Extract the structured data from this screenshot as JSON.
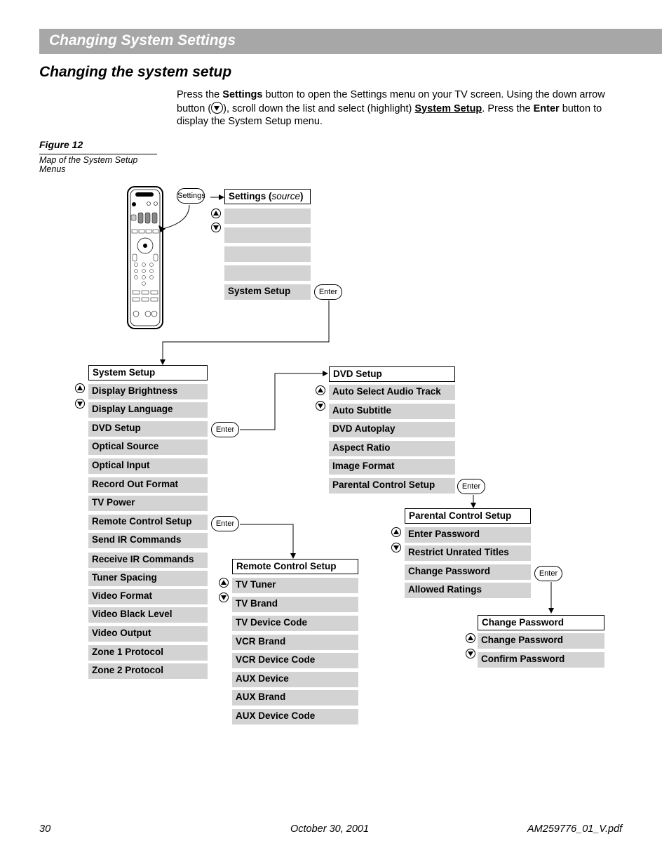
{
  "banner_title": "Changing System Settings",
  "section_title": "Changing the system setup",
  "intro": {
    "p1": "Press the ",
    "settings": "Settings",
    "p2": " button to open the Settings menu on your TV screen. Using the down arrow button (",
    "p3": "), scroll down the list and select (highlight) ",
    "system_setup": "System Setup",
    "p4": ". Press the ",
    "enter": "Enter",
    "p5": " button to display the System Setup menu."
  },
  "figure": {
    "label": "Figure 12",
    "caption": "Map of the System Setup Menus"
  },
  "buttons": {
    "settings": "Settings",
    "enter": "Enter"
  },
  "settings_menu": {
    "title_main": "Settings (",
    "title_italic": "source",
    "title_end": ")",
    "selected_item": "System Setup"
  },
  "system_setup_menu": {
    "title": "System Setup",
    "items": [
      "Display Brightness",
      "Display Language",
      "DVD Setup",
      "Optical Source",
      "Optical Input",
      "Record Out Format",
      "TV Power",
      "Remote Control Setup",
      "Send IR Commands",
      "Receive IR Commands",
      "Tuner Spacing",
      "Video Format",
      "Video Black Level",
      "Video Output",
      "Zone 1 Protocol",
      "Zone 2 Protocol"
    ]
  },
  "dvd_setup_menu": {
    "title": "DVD Setup",
    "items": [
      "Auto Select Audio Track",
      "Auto Subtitle",
      "DVD Autoplay",
      "Aspect Ratio",
      "Image Format",
      "Parental Control Setup"
    ]
  },
  "remote_control_menu": {
    "title": "Remote Control Setup",
    "items": [
      "TV Tuner",
      "TV Brand",
      "TV Device Code",
      "VCR Brand",
      "VCR Device Code",
      "AUX Device",
      "AUX Brand",
      "AUX Device Code"
    ]
  },
  "parental_menu": {
    "title": "Parental Control Setup",
    "items": [
      "Enter Password",
      "Restrict Unrated Titles",
      "Change Password",
      "Allowed Ratings"
    ]
  },
  "change_password_menu": {
    "title": "Change Password",
    "items": [
      "Change Password",
      "Confirm Password"
    ]
  },
  "footer": {
    "page": "30",
    "date": "October 30, 2001",
    "file": "AM259776_01_V.pdf"
  }
}
